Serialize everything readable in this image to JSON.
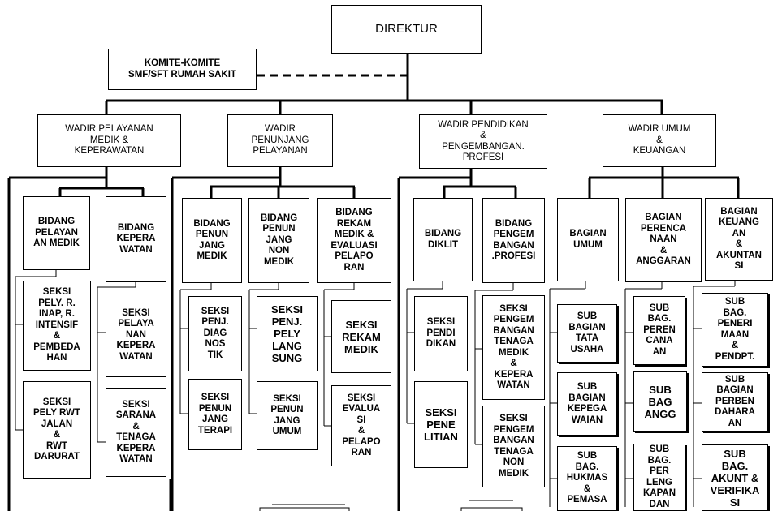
{
  "direktur": "DIREKTUR",
  "komite": "KOMITE-KOMITE\nSMF/SFT RUMAH SAKIT",
  "wadir": [
    "WADIR PELAYANAN\nMEDIK &\nKEPERAWATAN",
    "WADIR\nPENUNJANG\nPELAYANAN",
    "WADIR PENDIDIKAN\n&\nPENGEMBANGAN.\nPROFESI",
    "WADIR UMUM\n&\nKEUANGAN"
  ],
  "bidang": {
    "pelayanan_medik": "BIDANG\nPELAYAN\nAN MEDIK",
    "keperawatan": "BIDANG\nKEPERA\nWATAN",
    "penunjang_medik": "BIDANG\nPENUN\nJANG\nMEDIK",
    "penunjang_non_medik": "BIDANG\nPENUN\nJANG\nNON\nMEDIK",
    "rekam_medik": "BIDANG\nREKAM\nMEDIK &\nEVALUASI\nPELAPO\nRAN",
    "diklit": "BIDANG\nDIKLIT",
    "pengembangan_profesi": "BIDANG\nPENGEM\nBANGAN\n.PROFESI",
    "bagian_umum": "BAGIAN\nUMUM",
    "bagian_perencanaan": "BAGIAN\nPERENCA\nNAAN\n&\nANGGARAN",
    "bagian_keuangan": "BAGIAN\nKEUANG\nAN\n&\nAKUNTAN\nSI"
  },
  "seksi": {
    "pely_rinap": "SEKSI\nPELY. R.\nINAP, R.\nINTENSIF\n&\nPEMBEDA\nHAN",
    "pely_rwt_jalan": "SEKSI\nPELY RWT\nJALAN\n&\nRWT\nDARURAT",
    "pelayanan_keperawatan": "SEKSI\nPELAYA\nNAN\nKEPERA\nWATAN",
    "sarana_tenaga_keperawatan": "SEKSI\nSARANA\n&\nTENAGA\nKEPERA\nWATAN",
    "penj_diagnostik": "SEKSI\nPENJ.\nDIAG\nNOS\nTIK",
    "penunjang_terapi": "SEKSI\nPENUN\nJANG\nTERAPI",
    "penj_pely_langsung": "SEKSI\nPENJ.\nPELY\nLANG\nSUNG",
    "penunjang_umum": "SEKSI\nPENUN\nJANG\nUMUM",
    "rekam_medik": "SEKSI\nREKAM\nMEDIK",
    "evaluasi_pelaporan": "SEKSI\nEVALUA\nSI\n&\nPELAPO\nRAN",
    "pendidikan": "SEKSI\nPENDI\nDIKAN",
    "penelitian": "SEKSI\nPENE\nLITIAN",
    "pengembangan_tenaga_medik": "SEKSI\nPENGEM\nBANGAN\nTENAGA\nMEDIK\n&\nKEPERA\nWATAN",
    "pengembangan_tenaga_non_medik": "SEKSI\nPENGEM\nBANGAN\nTENAGA\nNON\nMEDIK"
  },
  "subbag": {
    "tata_usaha": "SUB\nBAGIAN\nTATA\nUSAHA",
    "kepegawaian": "SUB\nBAGIAN\nKEPEGA\nWAIAN",
    "hukmas": "SUB\nBAG.\nHUKMAS\n&\nPEMASA",
    "perencanaan": "SUB\nBAG.\nPEREN\nCANA\nAN",
    "anggaran": "SUB\nBAG\nANGG",
    "perlengkapan": "SUB\nBAG.\nPER\nLENG\nKAPAN\nDAN",
    "penerimaan": "SUB\nBAG.\nPENERI\nMAAN\n&\nPENDPT.",
    "perbendaharaan": "SUB\nBAGIAN\nPERBEN\nDAHARA\nAN",
    "akuntansi_verifikasi": "SUB\nBAG.\nAKUNT &\nVERIFIKA\nSI"
  }
}
